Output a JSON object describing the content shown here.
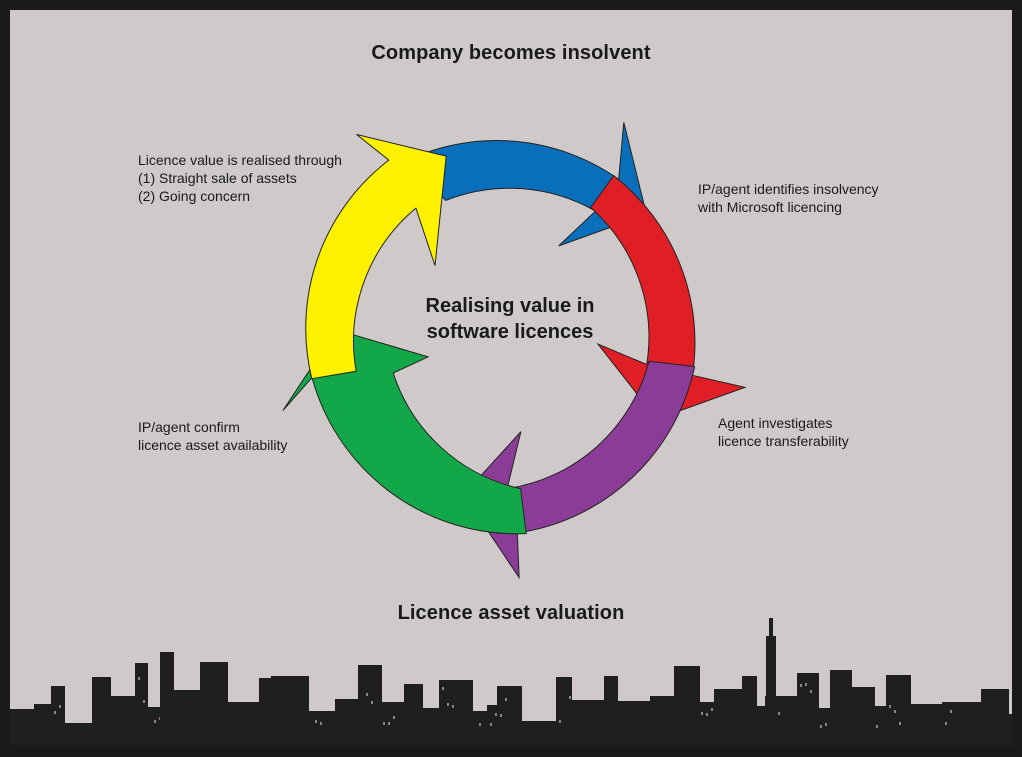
{
  "top_heading": "Company becomes insolvent",
  "bottom_heading": "Licence asset valuation",
  "center": {
    "line1": "Realising value in",
    "line2": "software licences"
  },
  "steps": [
    {
      "lines": [
        "IP/agent identifies insolvency",
        "with Microsoft licencing"
      ],
      "color": "#e01e26"
    },
    {
      "lines": [
        "Agent investigates",
        "licence transferability"
      ],
      "color": "#8a3c96"
    },
    {
      "lines": [
        "IP/agent confirm",
        "licence asset availability"
      ],
      "color": "#12a84a"
    },
    {
      "lines": [
        "Licence value is realised through",
        "(1) Straight sale of assets",
        "(2) Going concern"
      ],
      "color": "#fff200"
    }
  ],
  "top_arrow_color": "#0a6fba",
  "background_color": "#cfc9c9",
  "skyline_color": "#1f1f1f"
}
